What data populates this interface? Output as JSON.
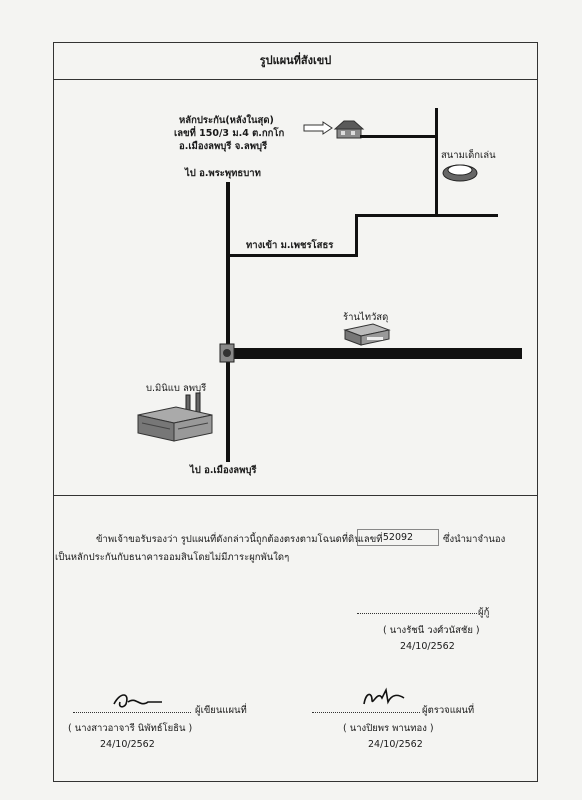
{
  "title": "รูปแผนที่สังเขป",
  "map": {
    "collateral_label_1": "หลักประกัน(หลังในสุด)",
    "collateral_label_2": "เลขที่ 150/3 ม.4 ต.กกโก",
    "collateral_label_3": "อ.เมืองลพบุรี จ.ลพบุรี",
    "playground": "สนามเด็กเล่น",
    "to_phraphutthabat": "ไป อ.พระพุทธบาท",
    "village_entrance": "ทางเข้า ม.เพชรโสธร",
    "hardware_store": "ร้านไทวัสดุ",
    "minebea": "บ.มินิแบ ลพบุรี",
    "to_mueang_lopburi": "ไป อ.เมืองลพบุรี"
  },
  "certification": {
    "line1_prefix": "ข้าพเจ้าขอรับรองว่า รูปแผนที่ดังกล่าวนี้ถูกต้องตรงตามโฉนดที่ดินเลขที่",
    "deed_number": "52092",
    "line1_suffix": "ซึ่งนำมาจำนอง",
    "line2": "เป็นหลักประกันกับธนาคารออมสินโดยไม่มีภาระผูกพันใดๆ"
  },
  "signatures": {
    "borrower_role": "ผู้กู้",
    "borrower_name": "( นางรัชนี วงศ์วนัสชัย )",
    "borrower_date": "24/10/2562",
    "drawer_role": "ผู้เขียนแผนที่",
    "drawer_name": "( นางสาวอาจารี นิพัทธ์โยธิน )",
    "drawer_date": "24/10/2562",
    "checker_role": "ผู้ตรวจแผนที่",
    "checker_name": "( นางปิยพร พานทอง )",
    "checker_date": "24/10/2562"
  }
}
